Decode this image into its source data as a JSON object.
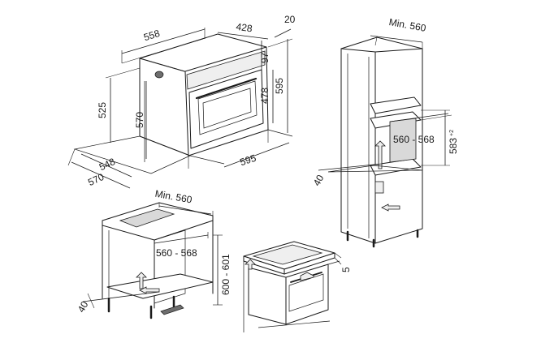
{
  "oven": {
    "width_label": "558",
    "depth_label": "428",
    "gap_label": "20",
    "panel_label": "97",
    "body_height_label": "478",
    "total_height_label": "595",
    "side_height_label": "525",
    "inner_height_label": "570",
    "front_width_label": "595",
    "base_depth_label": "548",
    "base_width_label": "570"
  },
  "tall_cabinet": {
    "min_depth_label": "Min. 560",
    "niche_width_label": "560 - 568",
    "niche_height_label": "583",
    "niche_height_tolerance": "+2",
    "vent_label": "40"
  },
  "under_counter": {
    "min_depth_label": "Min. 560",
    "niche_width_label": "560 - 568",
    "niche_height_label": "600 - 601",
    "vent_label": "40"
  },
  "cooktop_install": {
    "gap_label": "5"
  }
}
